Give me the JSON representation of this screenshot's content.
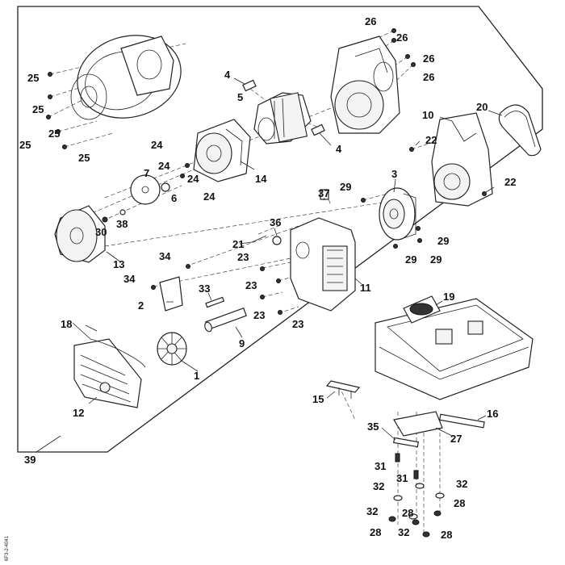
{
  "callouts": {
    "c1": "1",
    "c2": "2",
    "c3": "3",
    "c4a": "4",
    "c4b": "4",
    "c5": "5",
    "c6": "6",
    "c7": "7",
    "c9": "9",
    "c10": "10",
    "c11": "11",
    "c12": "12",
    "c13": "13",
    "c14": "14",
    "c15": "15",
    "c16": "16",
    "c18": "18",
    "c19": "19",
    "c20": "20",
    "c21": "21",
    "c22a": "22",
    "c22b": "22",
    "c23a": "23",
    "c23b": "23",
    "c23c": "23",
    "c23d": "23",
    "c24a": "24",
    "c24b": "24",
    "c24c": "24",
    "c24d": "24",
    "c25a": "25",
    "c25b": "25",
    "c25c": "25",
    "c25d": "25",
    "c25e": "25",
    "c26a": "26",
    "c26b": "26",
    "c26c": "26",
    "c26d": "26",
    "c27": "27",
    "c28a": "28",
    "c28b": "28",
    "c28c": "28",
    "c28d": "28",
    "c29a": "29",
    "c29b": "29",
    "c29c": "29",
    "c29d": "29",
    "c30": "30",
    "c31a": "31",
    "c31b": "31",
    "c32a": "32",
    "c32b": "32",
    "c32c": "32",
    "c32d": "32",
    "c33": "33",
    "c34a": "34",
    "c34b": "34",
    "c35": "35",
    "c36": "36",
    "c37": "37",
    "c38": "38",
    "c39": "39"
  },
  "side_code": "6F3-2-4041"
}
